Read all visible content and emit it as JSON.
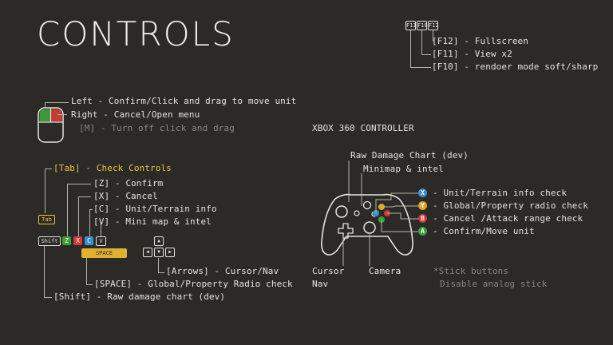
{
  "title": "CONTROLS",
  "fkeys": {
    "keys": [
      "F11",
      "F10",
      "F12"
    ],
    "f12": "[F12] - Fullscreen",
    "f11": "[F11] - View x2",
    "f10": "[F10] - rendoer mode soft/sharp"
  },
  "mouse": {
    "left": "Left  - Confirm/Click and drag to move unit",
    "right": "Right - Cancel/Open menu",
    "m": "[M] - Turn off click and drag",
    "colors": {
      "left": "#3a9a3a",
      "right": "#c83a3a"
    }
  },
  "keyboard": {
    "tab": "[Tab] - Check Controls",
    "z": "[Z] - Confirm",
    "x": "[X] - Cancel",
    "c": "[C] - Unit/Terrain info",
    "v": "[V] - Mini map & intel",
    "arrows": "[Arrows] - Cursor/Nav",
    "space": "[SPACE] - Global/Property Radio check",
    "shift": "[Shift] - Raw damage chart (dev)",
    "keycaps": {
      "tab": "Tab",
      "shift": "Shift",
      "z": "Z",
      "x": "X",
      "c": "C",
      "v": "V",
      "space": "SPACE"
    }
  },
  "xbox": {
    "heading": "XBOX 360 CONTROLLER",
    "raw_damage": "Raw Damage Chart (dev)",
    "minimap": "Minimap & intel",
    "x_btn": "Unit/Terrain info check",
    "y_btn": "Global/Property radio check",
    "b_btn": "Cancel /Attack range check",
    "a_btn": "Confirm/Move unit",
    "cursor": "Cursor",
    "nav": "Nav",
    "camera": "Camera",
    "stick1": "*Stick buttons",
    "stick2": "Disable analog stick",
    "btn_letters": {
      "x": "X",
      "y": "Y",
      "b": "B",
      "a": "A"
    },
    "colors": {
      "x": "#3a8fd0",
      "y": "#e0a820",
      "b": "#d03a3a",
      "a": "#3aa03a"
    }
  }
}
